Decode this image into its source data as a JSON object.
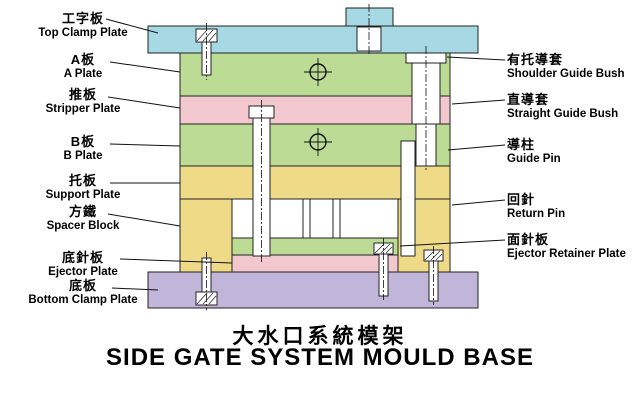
{
  "title": {
    "zh": "大水口系統模架",
    "en": "SIDE GATE SYSTEM MOULD BASE"
  },
  "left_labels": [
    {
      "zh": "工字板",
      "en": "Top Clamp Plate"
    },
    {
      "zh": "A板",
      "en": "A Plate"
    },
    {
      "zh": "推板",
      "en": "Stripper Plate"
    },
    {
      "zh": "B板",
      "en": "B Plate"
    },
    {
      "zh": "托板",
      "en": "Support Plate"
    },
    {
      "zh": "方鐵",
      "en": "Spacer Block"
    },
    {
      "zh": "底針板",
      "en": "Ejector Plate"
    },
    {
      "zh": "底板",
      "en": "Bottom Clamp Plate"
    }
  ],
  "right_labels": [
    {
      "zh": "有托導套",
      "en": "Shoulder Guide Bush"
    },
    {
      "zh": "直導套",
      "en": "Straight Guide Bush"
    },
    {
      "zh": "導柱",
      "en": "Guide Pin"
    },
    {
      "zh": "回針",
      "en": "Return Pin"
    },
    {
      "zh": "面針板",
      "en": "Ejector Retainer Plate"
    }
  ],
  "colors": {
    "top_clamp_plate": "#a6d9e4",
    "locating_block": "#a6d9e4",
    "a_plate": "#bcdc96",
    "stripper_plate": "#f2c8ce",
    "b_plate": "#bcdc96",
    "support_plate": "#eeda87",
    "spacer_block": "#eeda87",
    "ejector_retainer_plate": "#bcdc96",
    "ejector_plate": "#f2c8ce",
    "bottom_clamp_plate": "#c1b5da",
    "pin_fill": "#ffffff",
    "outline": "#222222"
  }
}
